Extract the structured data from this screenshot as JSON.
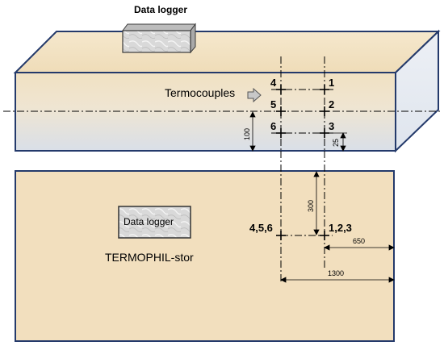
{
  "labels": {
    "logger_top": "Data logger",
    "logger_plan": "Data logger",
    "thermocouples": "Termocouples",
    "product": "TERMOPHIL-stor"
  },
  "points": {
    "p1": "1",
    "p2": "2",
    "p3": "3",
    "p4": "4",
    "p5": "5",
    "p6": "6",
    "group_left": "4,5,6",
    "group_right": "1,2,3"
  },
  "dimensions": {
    "d100": "100",
    "d25": "25",
    "d300": "300",
    "d650": "650",
    "d1300": "1300"
  },
  "colors": {
    "box_top": "#f2e2c4",
    "box_front_top": "#efdfc0",
    "box_front_bottom": "#dde2ea",
    "box_side": "#e6ebf2",
    "box_stroke": "#243a6b",
    "plan_fill": "#f2dfbe",
    "logger_fill": "#dadada",
    "arrow_fill": "#bfbfbf"
  }
}
